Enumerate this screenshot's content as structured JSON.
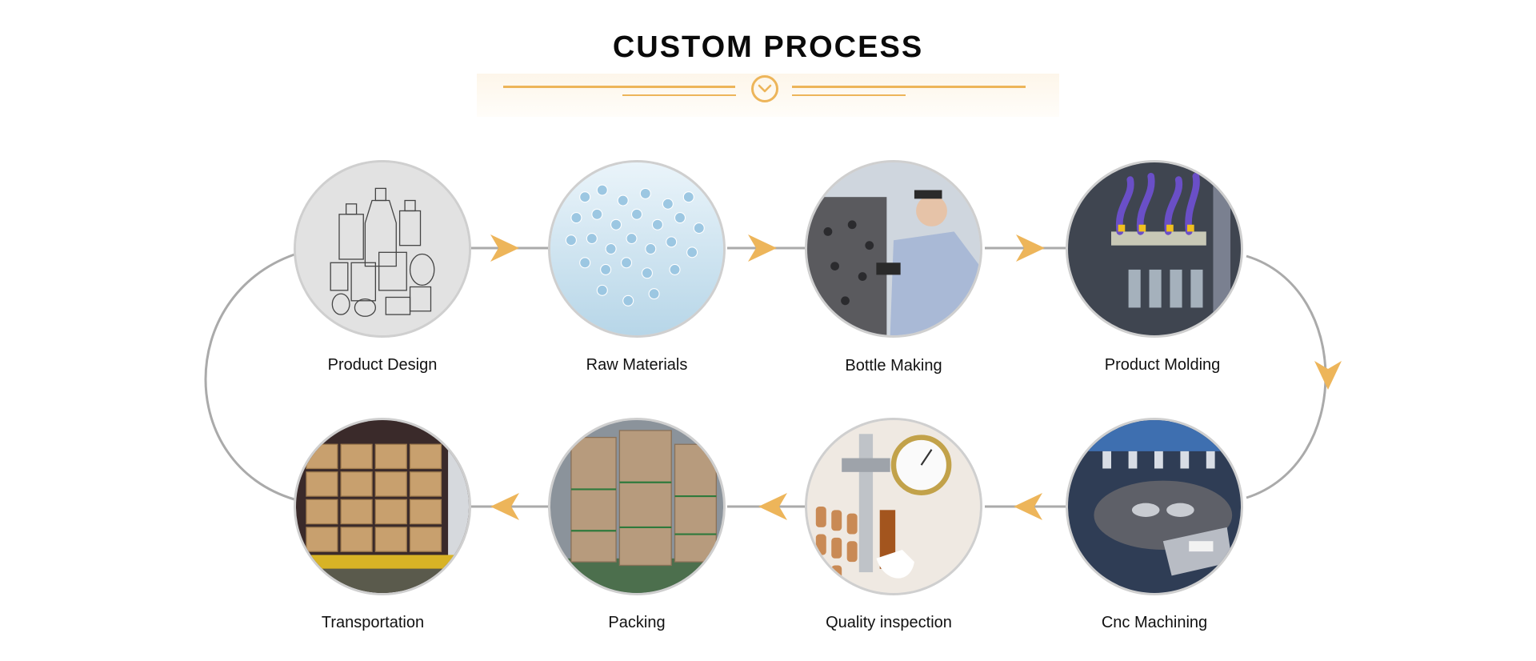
{
  "header": {
    "title": "CUSTOM PROCESS"
  },
  "icons": {
    "divider": "chevron-down-icon",
    "connector": "arrow-triangle-icon"
  },
  "colors": {
    "accent": "#edb55a",
    "connector_line": "#aaaaaa",
    "circle_border": "#cfcfcf",
    "text": "#111111"
  },
  "steps": [
    {
      "label": "Product Design",
      "image": "bottle-sketch-drawing"
    },
    {
      "label": "Raw Materials",
      "image": "glass-beads"
    },
    {
      "label": "Bottle Making",
      "image": "worker-at-mold"
    },
    {
      "label": "Product Molding",
      "image": "molding-machine"
    },
    {
      "label": "Cnc Machining",
      "image": "cnc-machine"
    },
    {
      "label": "Quality inspection",
      "image": "caliper-inspection"
    },
    {
      "label": "Packing",
      "image": "packed-pallets"
    },
    {
      "label": "Transportation",
      "image": "boxes-in-container"
    }
  ]
}
